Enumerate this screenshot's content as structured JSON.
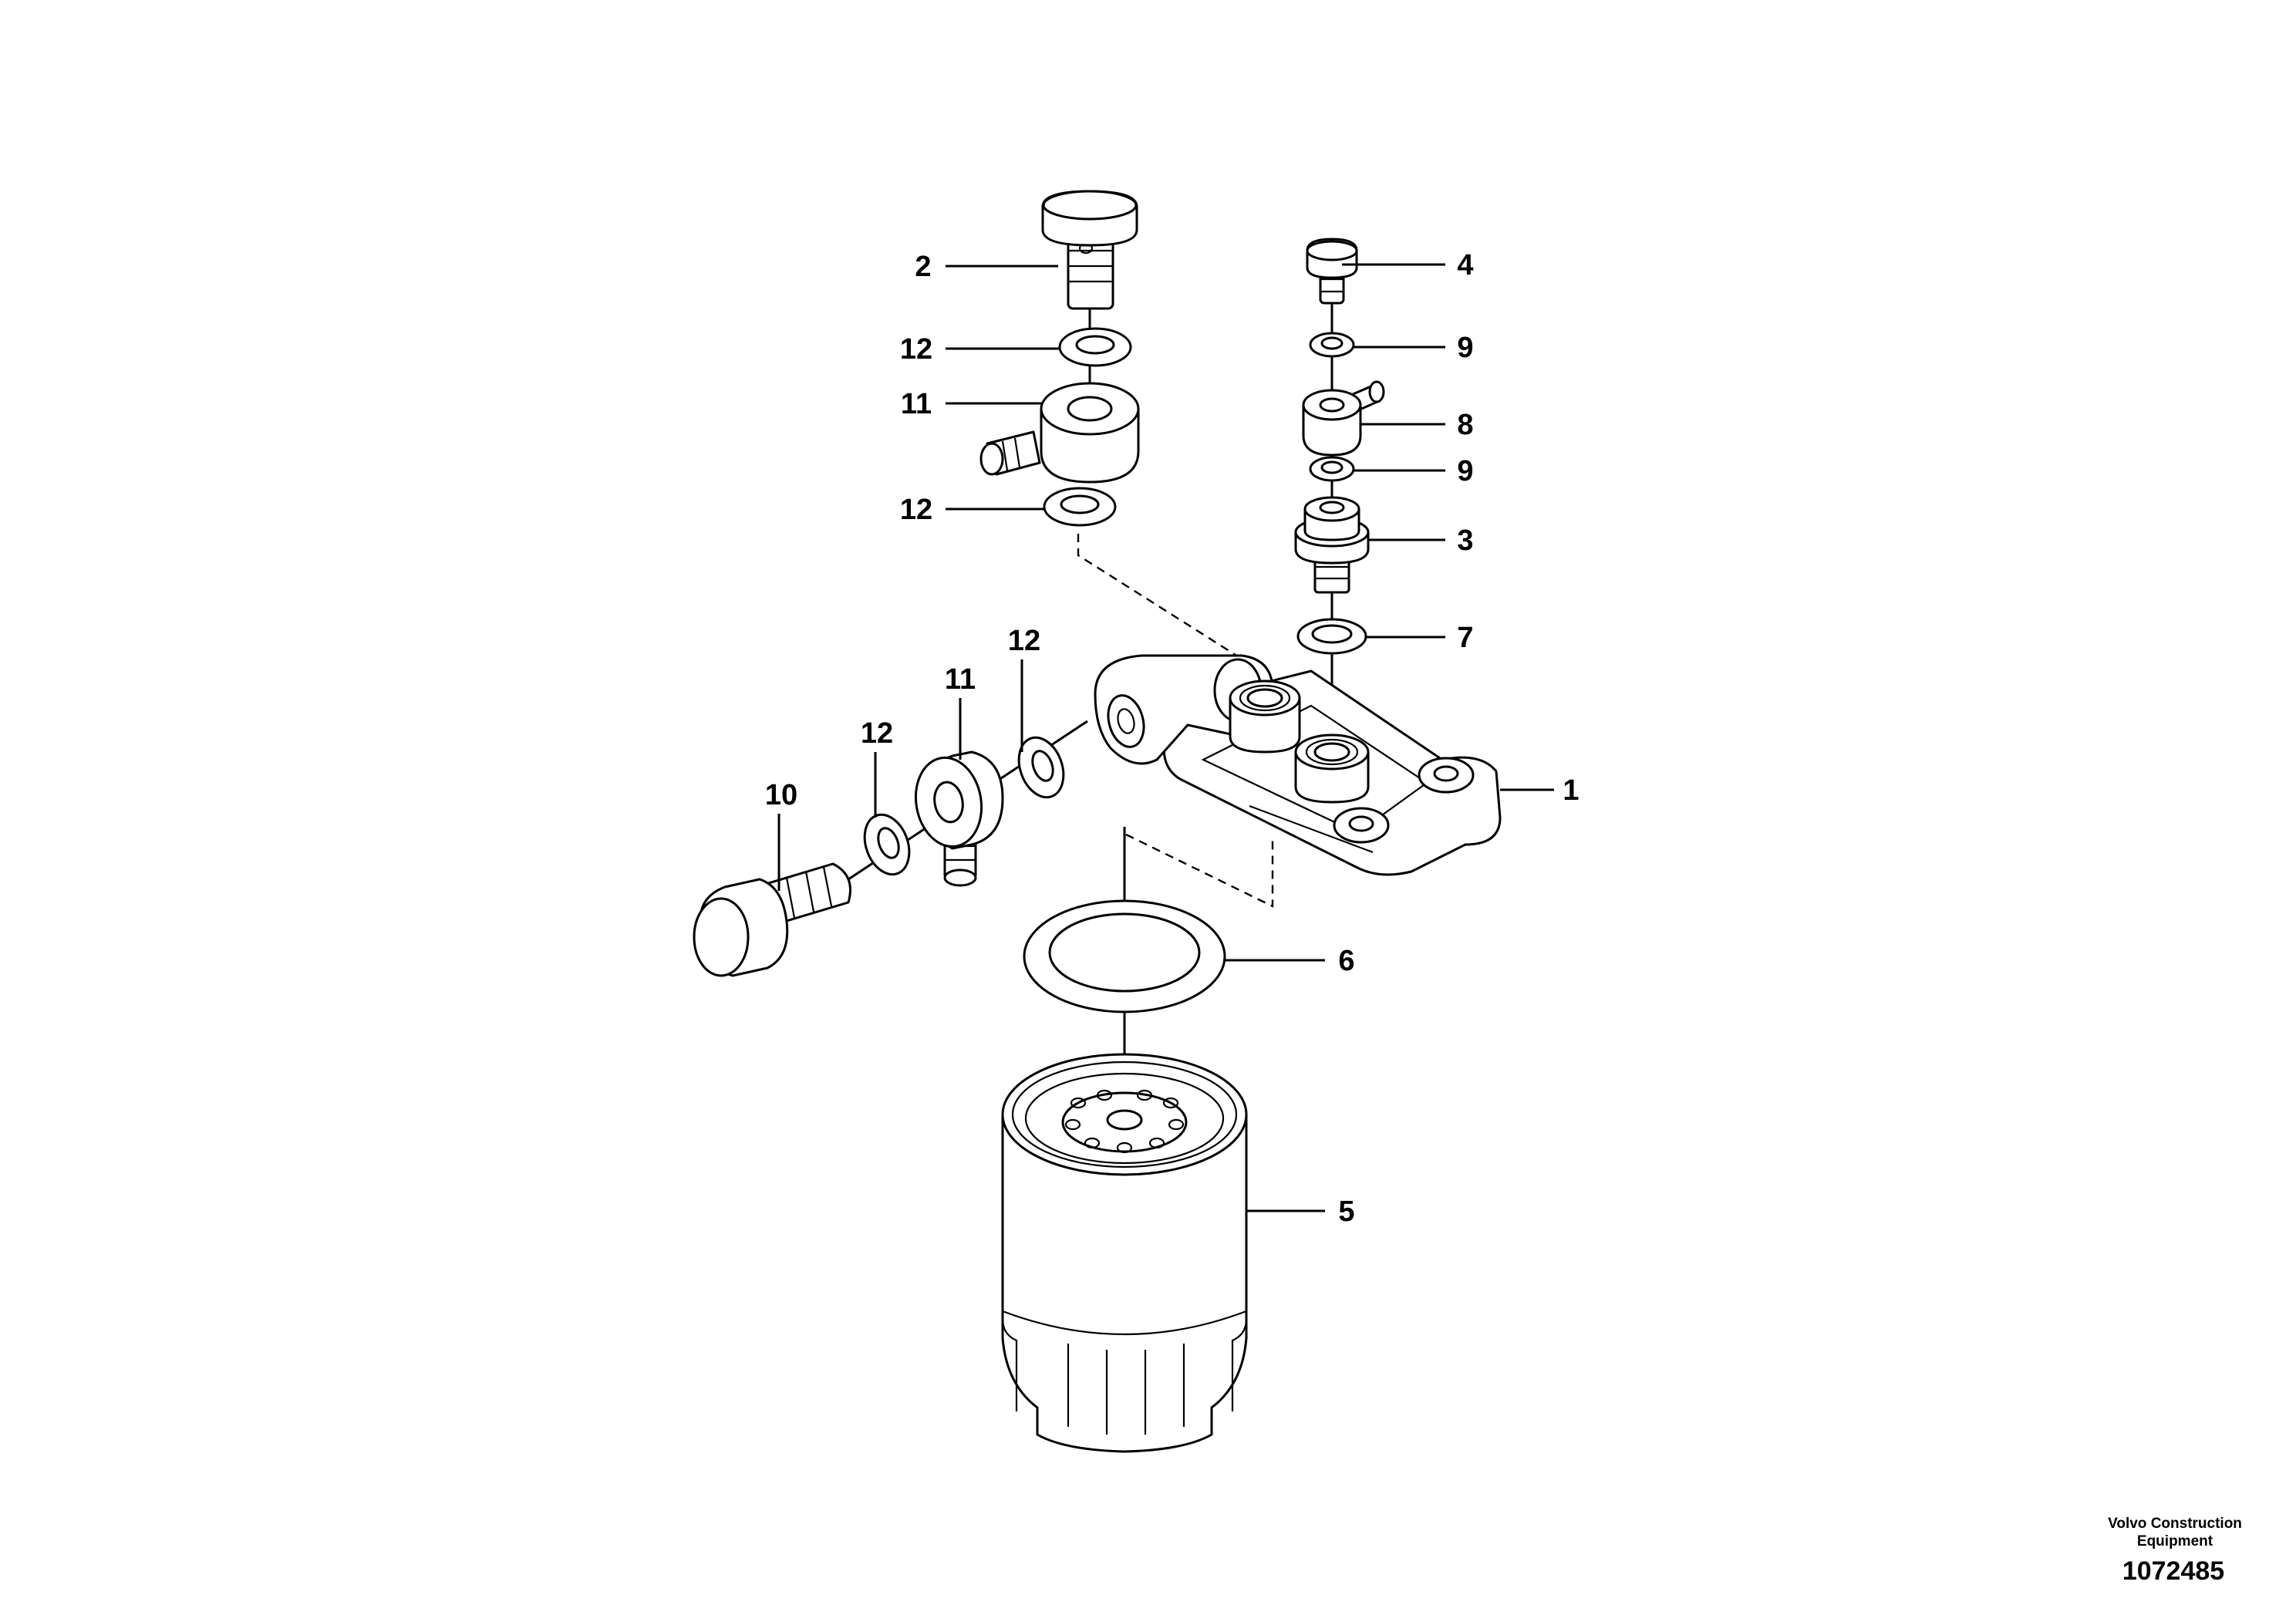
{
  "diagram": {
    "callouts": [
      "1",
      "2",
      "3",
      "4",
      "5",
      "6",
      "7",
      "8",
      "9",
      "9",
      "10",
      "11",
      "11",
      "12",
      "12",
      "12",
      "12"
    ]
  },
  "footer": {
    "company_line1": "Volvo Construction",
    "company_line2": "Equipment",
    "drawing_number": "1072485"
  },
  "colors": {
    "line": "#000000",
    "background": "#ffffff"
  }
}
